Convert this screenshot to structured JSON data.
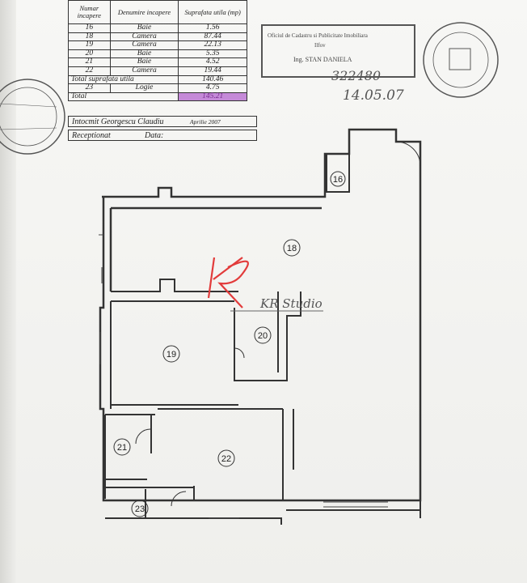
{
  "table": {
    "headers": [
      "Numar incapere",
      "Denumire incapere",
      "Suprafata utila (mp)"
    ],
    "rows": [
      {
        "nr": "16",
        "name": "Baie",
        "area": "1.56"
      },
      {
        "nr": "18",
        "name": "Camera",
        "area": "87.44"
      },
      {
        "nr": "19",
        "name": "Camera",
        "area": "22.13"
      },
      {
        "nr": "20",
        "name": "Baie",
        "area": "5.35"
      },
      {
        "nr": "21",
        "name": "Baie",
        "area": "4.52"
      },
      {
        "nr": "22",
        "name": "Camera",
        "area": "19.44"
      }
    ],
    "total_util_label": "Total suprafata utila",
    "total_util_value": "140.46",
    "logie": {
      "nr": "23",
      "name": "Logie",
      "area": "4.75"
    },
    "total_label": "Total",
    "total_value": "145.21",
    "highlight_color": "#c58ad8"
  },
  "signatures": {
    "intocmit_label": "Intocmit",
    "intocmit_name": "Georgescu Claudiu",
    "intocmit_date": "Aprilie 2007",
    "receptionat_label": "Receptionat",
    "data_label": "Data:"
  },
  "stamps": {
    "box_line1": "Oficiul de Cadastru si Publicitate Imobiliara",
    "box_line2": "Ilfov",
    "box_line3": "Ing. STAN DANIELA",
    "handwritten_number": "322480",
    "handwritten_date": "14.05.07"
  },
  "rooms": [
    {
      "id": "16"
    },
    {
      "id": "18"
    },
    {
      "id": "19"
    },
    {
      "id": "20"
    },
    {
      "id": "21"
    },
    {
      "id": "22"
    },
    {
      "id": "23"
    }
  ],
  "watermark": "KR Studio"
}
